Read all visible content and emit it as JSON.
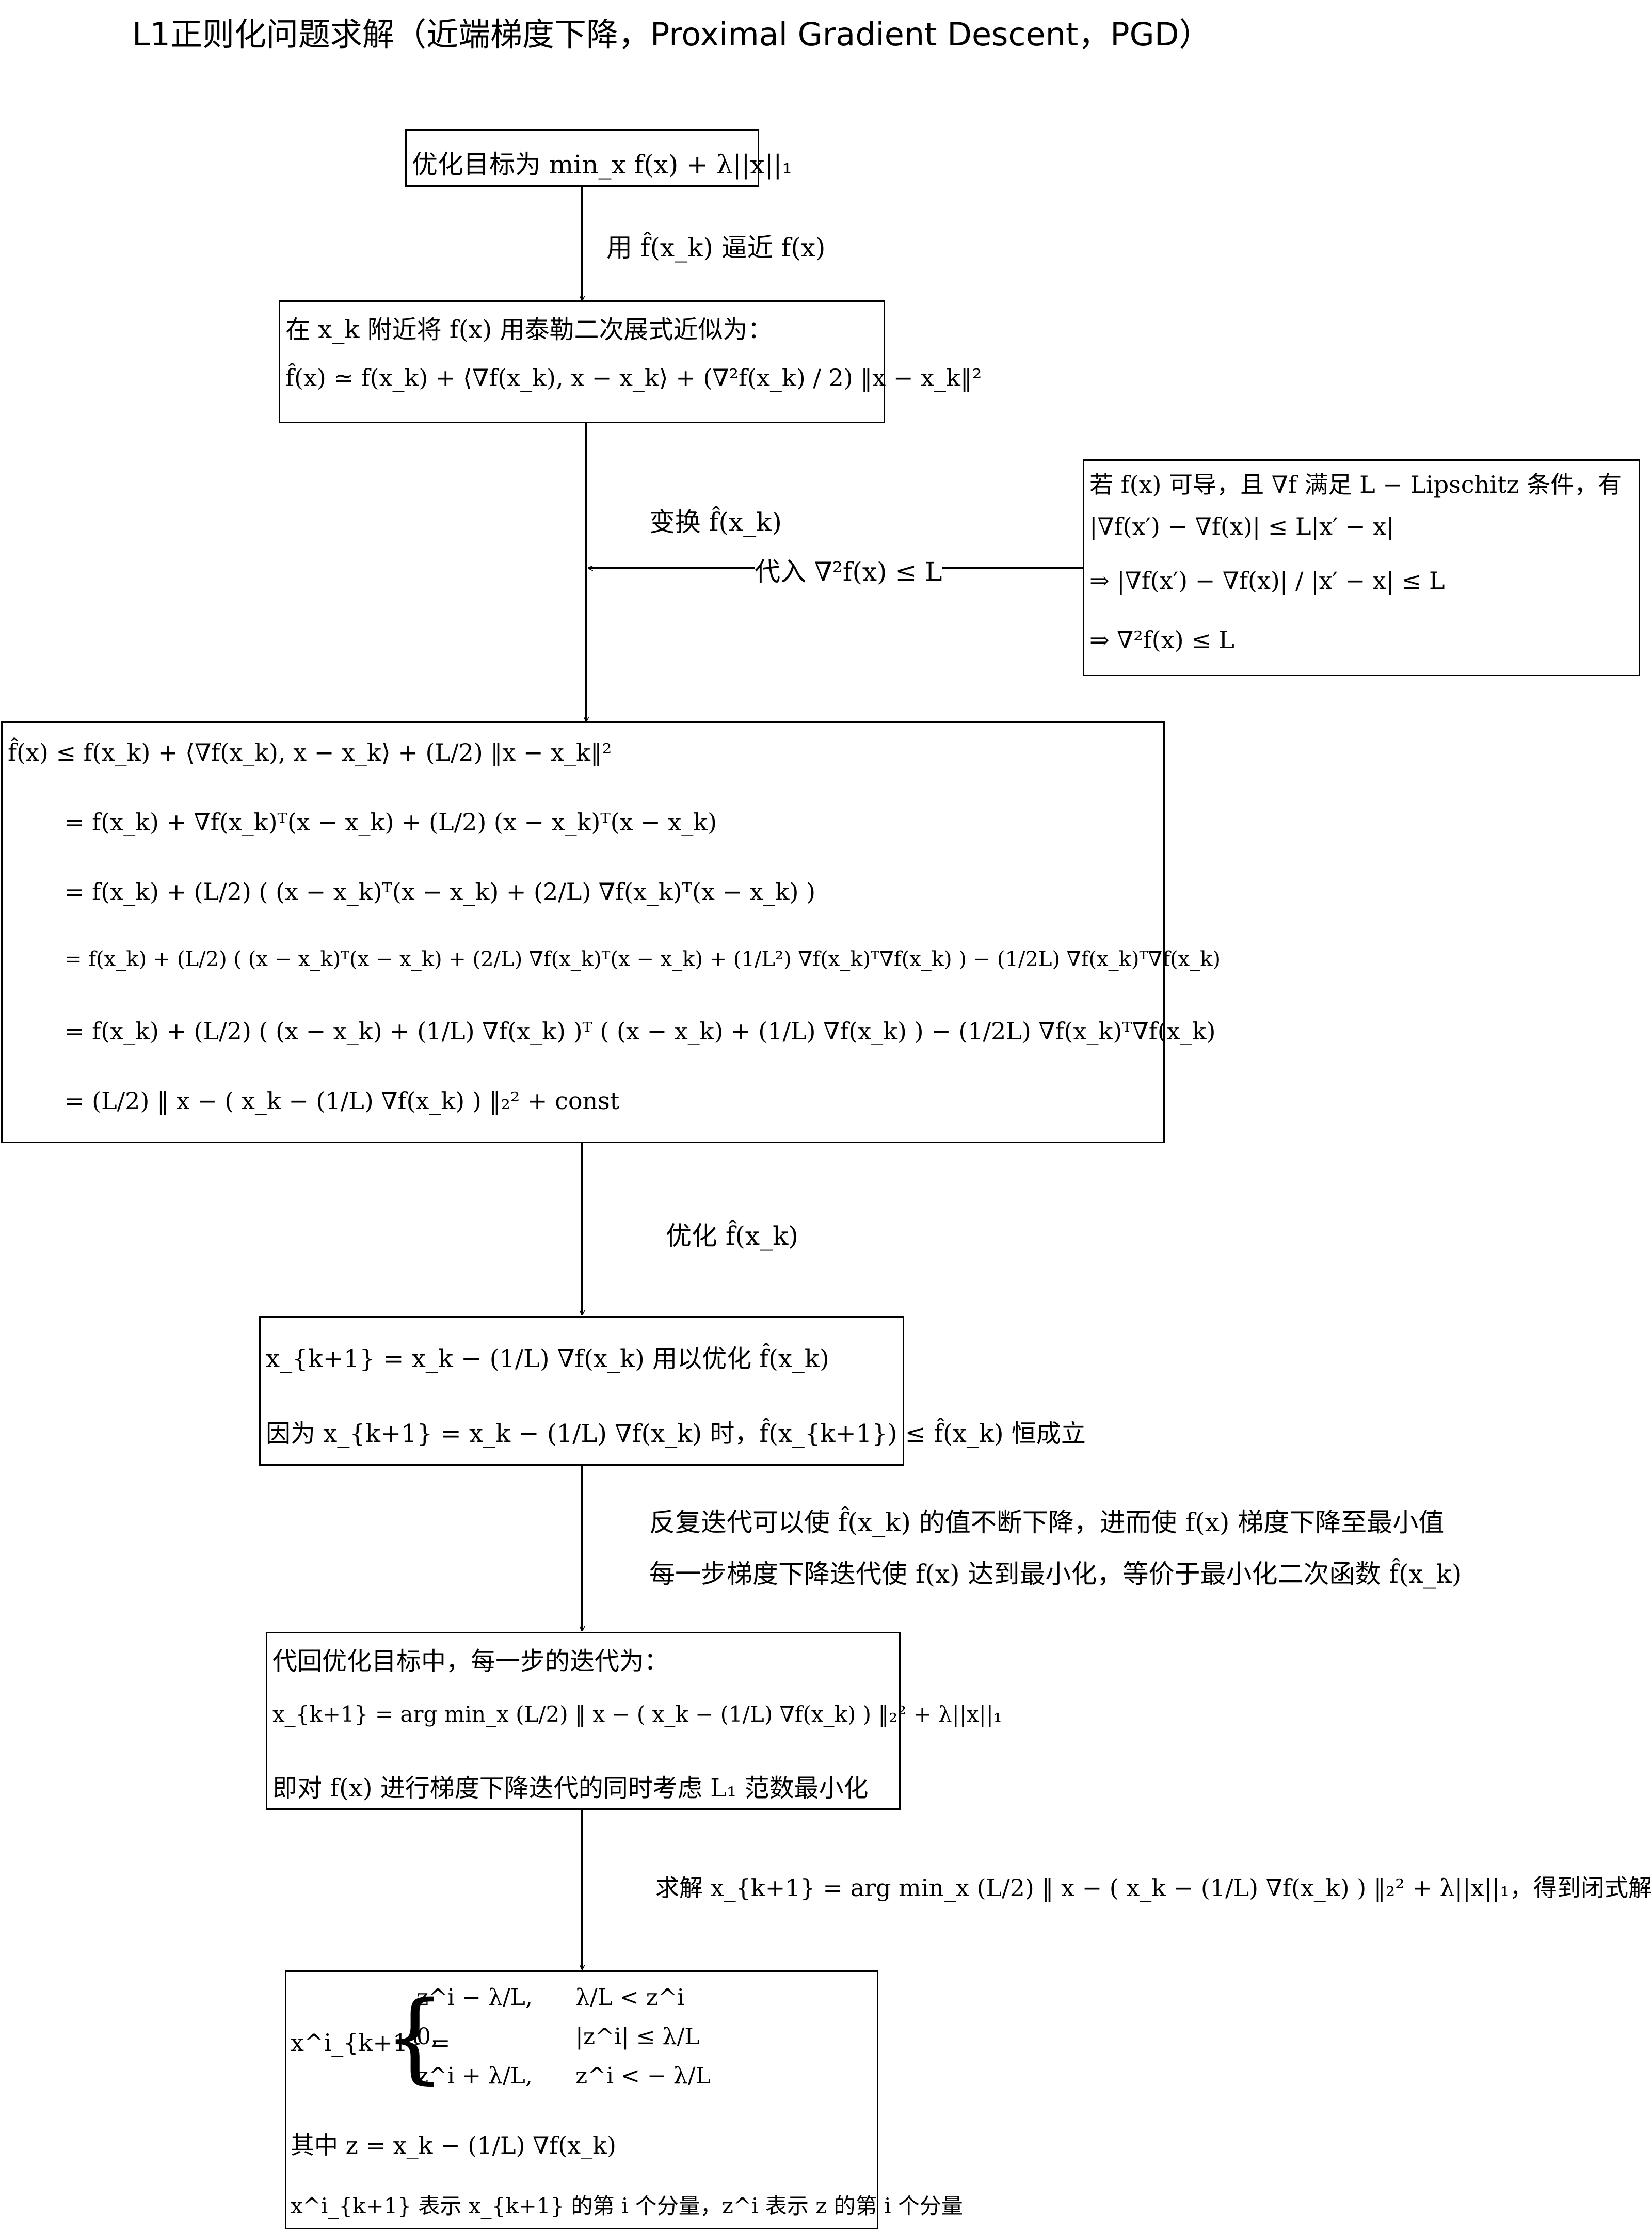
{
  "title": "L1正则化问题求解（近端梯度下降，Proximal Gradient Descent，PGD）",
  "colors": {
    "line": "#000000",
    "background": "#ffffff"
  },
  "boxes": {
    "objective": {
      "lines": [
        "优化目标为 min_x f(x) + λ||x||₁"
      ]
    },
    "taylor": {
      "lines": [
        "在 x_k 附近将 f(x) 用泰勒二次展式近似为：",
        "f̂(x) ≃ f(x_k) + ⟨∇f(x_k), x − x_k⟩ + (∇²f(x_k) / 2) ‖x − x_k‖²"
      ]
    },
    "lipschitz": {
      "lines": [
        "若 f(x) 可导，且 ∇f 满足 L − Lipschitz 条件，有",
        "|∇f(x′) − ∇f(x)| ≤ L|x′ − x|",
        "⇒ |∇f(x′) − ∇f(x)| / |x′ − x| ≤ L",
        "⇒ ∇²f(x) ≤ L"
      ]
    },
    "derivation": {
      "lines": [
        "f̂(x) ≤ f(x_k) + ⟨∇f(x_k), x − x_k⟩ + (L/2) ‖x − x_k‖²",
        "= f(x_k) + ∇f(x_k)ᵀ(x − x_k) + (L/2) (x − x_k)ᵀ(x − x_k)",
        "= f(x_k) + (L/2) ( (x − x_k)ᵀ(x − x_k) + (2/L) ∇f(x_k)ᵀ(x − x_k) )",
        "= f(x_k) + (L/2) ( (x − x_k)ᵀ(x − x_k) + (2/L) ∇f(x_k)ᵀ(x − x_k) + (1/L²) ∇f(x_k)ᵀ∇f(x_k) ) − (1/2L) ∇f(x_k)ᵀ∇f(x_k)",
        "= f(x_k) + (L/2) ( (x − x_k) + (1/L) ∇f(x_k) )ᵀ ( (x − x_k) + (1/L) ∇f(x_k) ) − (1/2L) ∇f(x_k)ᵀ∇f(x_k)",
        "= (L/2) ‖ x − ( x_k − (1/L) ∇f(x_k) ) ‖₂² + const"
      ]
    },
    "update": {
      "lines": [
        "x_{k+1} = x_k − (1/L) ∇f(x_k) 用以优化 f̂(x_k)",
        "因为 x_{k+1} = x_k − (1/L) ∇f(x_k) 时，f̂(x_{k+1}) ≤ f̂(x_k) 恒成立"
      ]
    },
    "iteration": {
      "lines": [
        "代回优化目标中，每一步的迭代为：",
        "x_{k+1} = arg min_x (L/2) ‖ x − ( x_k − (1/L) ∇f(x_k) ) ‖₂² + λ||x||₁",
        "即对 f(x) 进行梯度下降迭代的同时考虑 L₁ 范数最小化"
      ]
    },
    "solution": {
      "lhs": "x^i_{k+1} =",
      "cases": [
        {
          "value": "z^i − λ/L,",
          "condition": "λ/L < z^i"
        },
        {
          "value": "0,",
          "condition": "|z^i| ≤ λ/L"
        },
        {
          "value": "z^i + λ/L,",
          "condition": "z^i < − λ/L"
        }
      ],
      "lines": [
        "其中  z = x_k − (1/L) ∇f(x_k)",
        "x^i_{k+1} 表示 x_{k+1} 的第 i 个分量，z^i 表示 z 的第 i 个分量"
      ]
    }
  },
  "arrow_labels": {
    "approx": "用 f̂(x_k) 逼近 f(x)",
    "transform": "变换 f̂(x_k)",
    "substitute": "代入 ∇²f(x) ≤ L",
    "optimize": "优化 f̂(x_k)",
    "repeat_1": "反复迭代可以使 f̂(x_k) 的值不断下降，进而使 f(x) 梯度下降至最小值",
    "repeat_2": "每一步梯度下降迭代使 f(x) 达到最小化，等价于最小化二次函数 f̂(x_k)",
    "solve": "求解 x_{k+1} = arg min_x (L/2) ‖ x − ( x_k − (1/L) ∇f(x_k) ) ‖₂² + λ||x||₁，得到闭式解"
  }
}
